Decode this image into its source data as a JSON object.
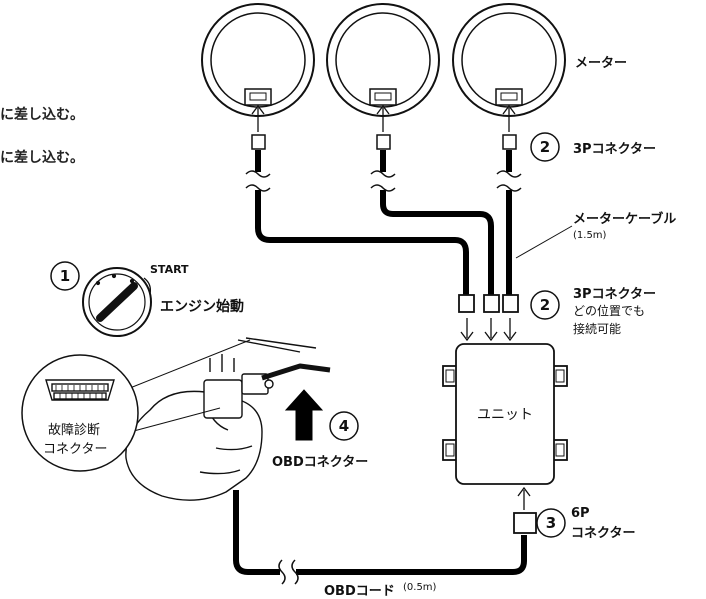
{
  "text": {
    "step_a": "に差し込む。",
    "step_b": "に差し込む。",
    "meter": "メーター",
    "conn_3p_top": "3Pコネクター",
    "meter_cable": "メーターケーブル",
    "meter_cable_len": "(1.5m)",
    "start": "START",
    "engine_start": "エンジン始動",
    "conn_3p_unit": "3Pコネクター",
    "any_position_1": "どの位置でも",
    "any_position_2": "接続可能",
    "unit": "ユニット",
    "diag_1": "故障診断",
    "diag_2": "コネクター",
    "obd_connector": "OBDコネクター",
    "conn_6p_1": "6P",
    "conn_6p_2": "コネクター",
    "obd_cord": "OBDコード",
    "obd_cord_len": "(0.5m)"
  },
  "steps": [
    "①",
    "②",
    "②",
    "③",
    "④"
  ],
  "colors": {
    "line": "#111111",
    "cable": "#000000"
  }
}
